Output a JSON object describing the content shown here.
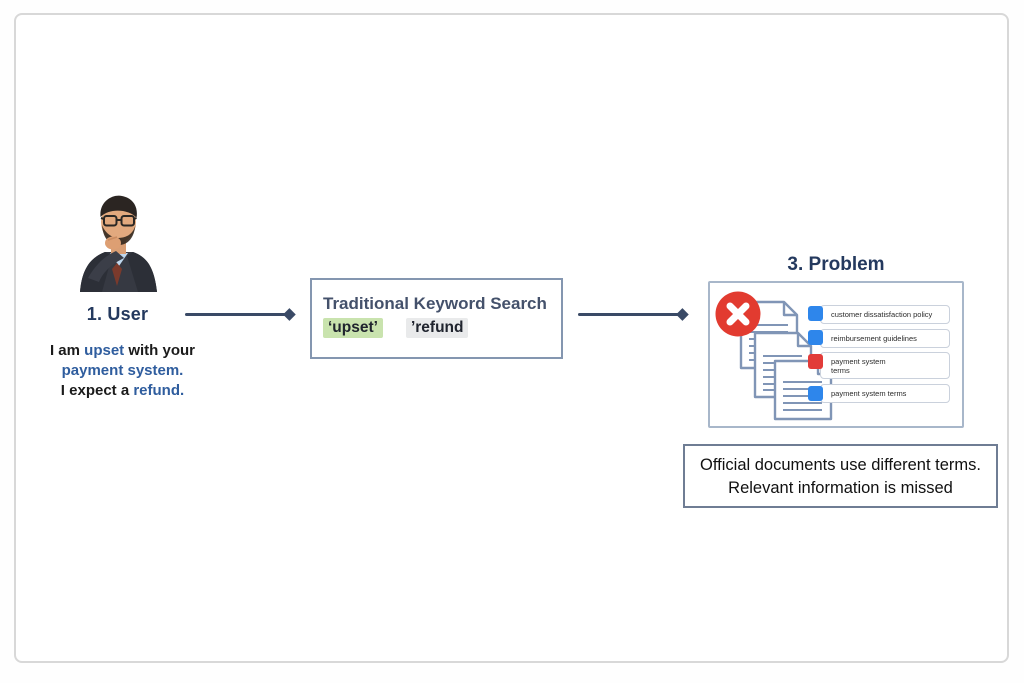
{
  "user": {
    "title": "1. User",
    "quote_l1a": "I am ",
    "quote_l1b": "upset",
    "quote_l1c": " with your",
    "quote_l2": "payment system.",
    "quote_l3a": "I expect a ",
    "quote_l3b": "refund."
  },
  "search": {
    "title": "Traditional Keyword Search",
    "keyword_upset": "‘upset’",
    "keyword_refund": "’refund"
  },
  "problem": {
    "title": "3. Problem",
    "labels": [
      {
        "text": "customer dissatisfaction policy",
        "marker": "blue"
      },
      {
        "text": "reimbursement guidelines",
        "marker": "blue"
      },
      {
        "text": "payment system\nterms",
        "marker": "red"
      },
      {
        "text": "payment system terms",
        "marker": "blue"
      }
    ],
    "caption_line1": "Official documents use different terms.",
    "caption_line2": "Relevant information is missed"
  },
  "icons": {
    "error": "x-circle-icon",
    "documents": "document-stack-icon",
    "person": "thinking-man-photo",
    "arrow": "diamond-arrow-right-icon",
    "marker": "color-square-icon"
  },
  "colors": {
    "title_navy": "#24395E",
    "blue_text": "#2F5D9E",
    "arrow": "#3A4A66",
    "search_box_border": "#8496B0",
    "highlight_green": "#C9E3AE",
    "highlight_gray": "#E9EAEB",
    "problem_box_border": "#A8B7CA",
    "marker_blue": "#2E86EB",
    "marker_red": "#E23C39",
    "error_red": "#E23B30",
    "doc_outline": "#8095B6",
    "caption_border": "#6F7D94",
    "frame_border": "#D8D8D8"
  }
}
